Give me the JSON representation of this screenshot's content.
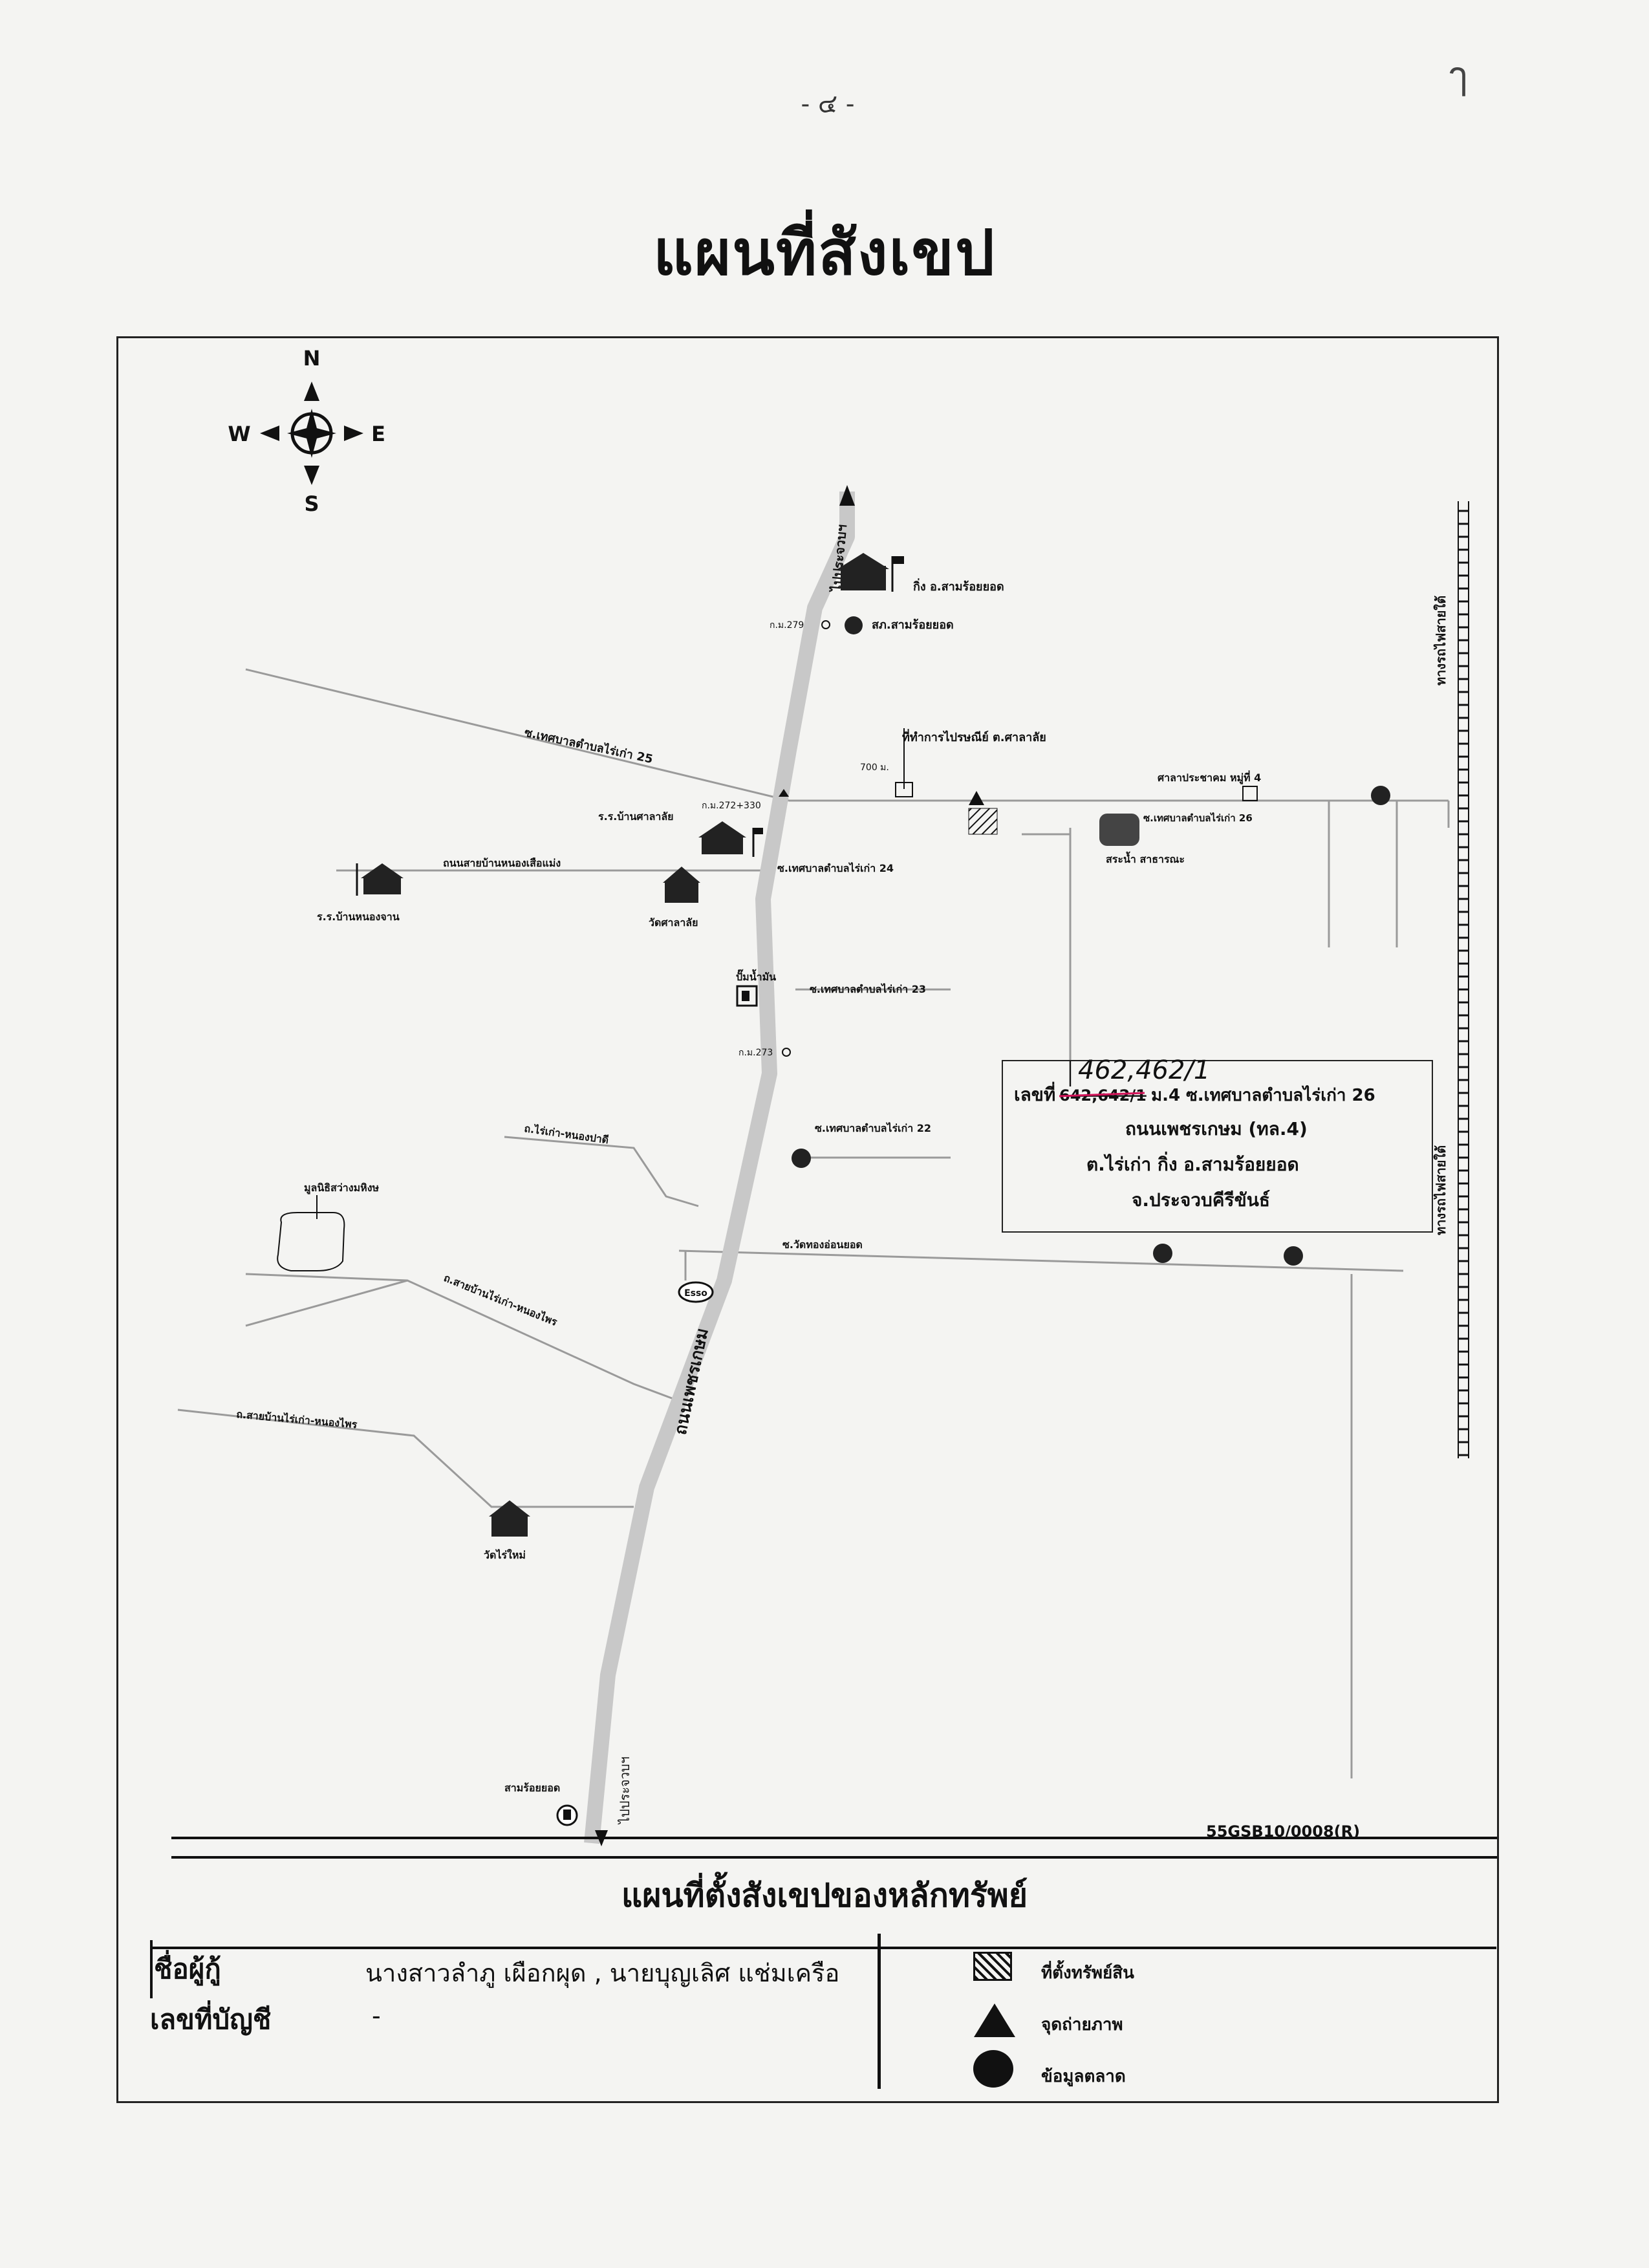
{
  "header": {
    "page_number": "- ๔ -",
    "corner_mark": "ๅ"
  },
  "title": "แผนที่สังเขป",
  "compass": {
    "n": "N",
    "s": "S",
    "e": "E",
    "w": "W"
  },
  "map": {
    "road_main_top": "ไปประจวบฯ",
    "road_main_name": "ถนนเพชรเกษม",
    "road_main_bottom": "ไปประจวบฯ",
    "km_top": "ก.ม.279",
    "km_mid": "ก.ม.272+330",
    "km_low": "ก.ม.273",
    "district_office": "กิ่ง อ.สามร้อยยอด",
    "police_station": "สภ.สามร้อยยอด",
    "soi_25": "ซ.เทศบาลตำบลไร่เก่า 25",
    "soi_24": "ซ.เทศบาลตำบลไร่เก่า 24",
    "soi_22": "ซ.เทศบาลตำบลไร่เก่า 22",
    "soi_23": "ซ.เทศบาลตำบลไร่เก่า 23",
    "soi_26": "ซ.เทศบาลตำบลไร่เก่า 26",
    "post_office": "ที่ทำการไปรษณีย์ ต.ศาลาลัย",
    "distance": "700 ม.",
    "village_hall": "ศาลาประชาคม หมู่ที่ 4",
    "school_1": "ร.ร.บ้านศาลาลัย",
    "road_west": "ถนนสายบ้านหนองเสือแม่ง",
    "school_2": "ร.ร.บ้านหนองจาน",
    "temple_1": "วัดศาลาลัย",
    "pond": "สระน้ำ สาธารณะ",
    "gas_station": "ปั๊มน้ำมัน",
    "road_nongpad": "ถ.ไร่เก่า-หนองปาดี",
    "foundation": "มูลนิธิสว่างมหิงษ",
    "soi_wat": "ซ.วัดทองอ่อนยอด",
    "esso": "Esso",
    "road_nongphrao_1": "ถ.สายบ้านไร่เก่า-หนองไพร",
    "road_nongphrao_2": "ถ.สายบ้านไร่เก่า-หนองไพร",
    "temple_2": "วัดไร่ใหม่",
    "rail_top": "ทางรถไฟสายใต้",
    "rail_bottom": "ทางรถไฟสายใต้",
    "south_town": "สามร้อยยอด",
    "map_code": "55GSB10/0008(R)",
    "property": {
      "handwritten": "462,462/1",
      "line1_label": "เลขที่",
      "line1_struck": "642,642/1",
      "line1_rest": "ม.4 ซ.เทศบาลตำบลไร่เก่า 26",
      "line2": "ถนนเพชรเกษม (ทล.4)",
      "line3": "ต.ไร่เก่า กิ่ง อ.สามร้อยยอด",
      "line4": "จ.ประจวบคีรีขันธ์"
    }
  },
  "footer": {
    "title": "แผนที่ตั้งสังเขปของหลักทรัพย์",
    "borrower_label": "ชื่อผู้กู้",
    "borrower_value": "นางสาวลำภู เผือกผุด , นายบุญเลิศ แช่มเครือ",
    "account_label": "เลขที่บัญชี",
    "account_value": "-",
    "legend": [
      {
        "label": "ที่ตั้งทรัพย์สิน",
        "icon": "hatched-square-icon"
      },
      {
        "label": "จุดถ่ายภาพ",
        "icon": "triangle-icon"
      },
      {
        "label": "ข้อมูลตลาด",
        "icon": "circle-icon"
      }
    ]
  }
}
